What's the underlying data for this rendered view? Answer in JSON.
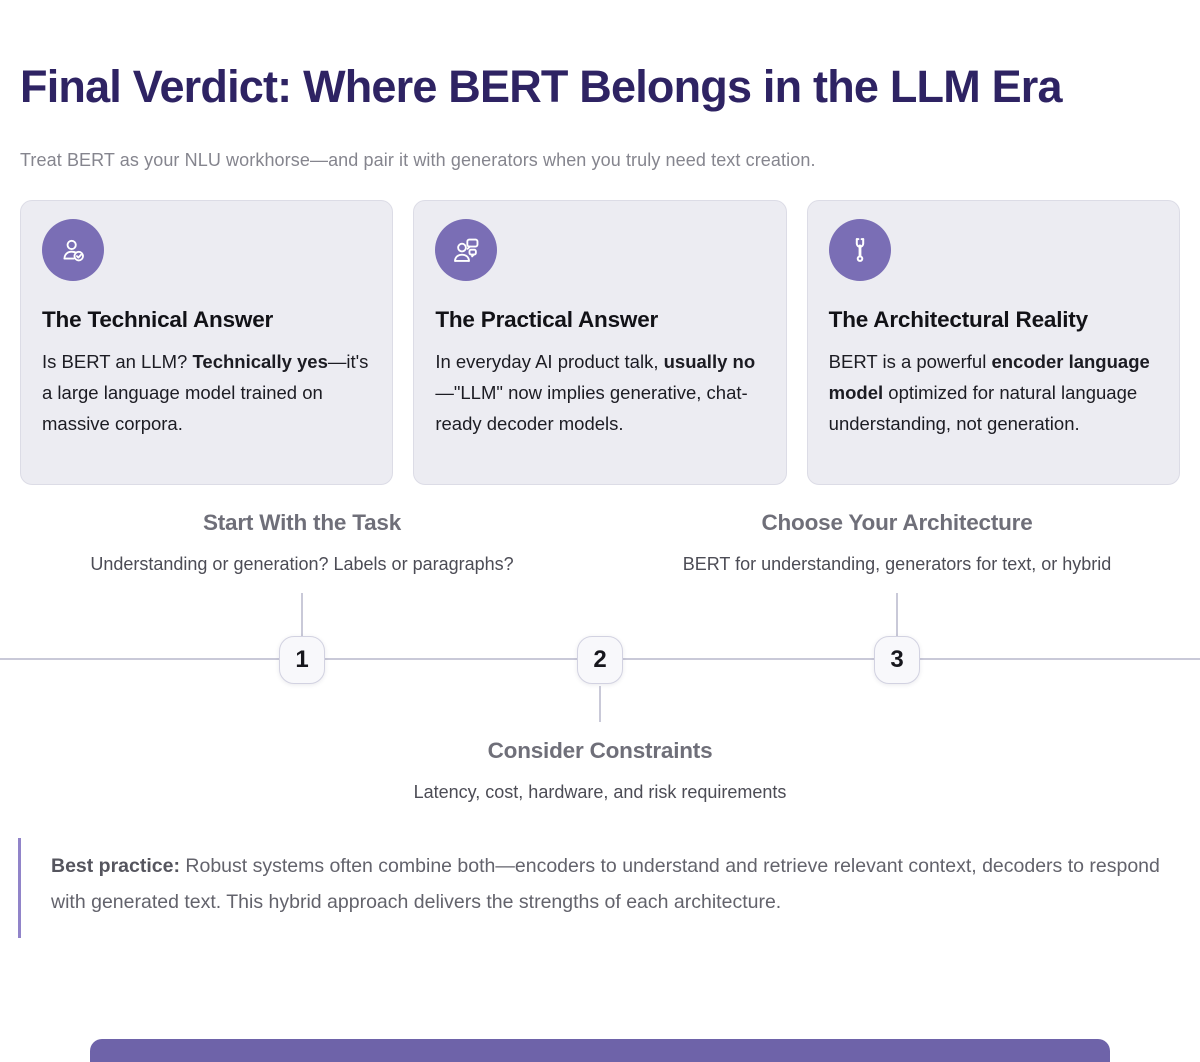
{
  "page": {
    "title": "Final Verdict: Where BERT Belongs in the LLM Era",
    "subtitle": "Treat BERT as your NLU workhorse—and pair it with generators when you truly need text creation."
  },
  "cards": [
    {
      "icon": "user-check-icon",
      "title": "The Technical Answer",
      "body": [
        {
          "text": "Is BERT an LLM? ",
          "bold": false
        },
        {
          "text": "Technically yes",
          "bold": true
        },
        {
          "text": "—it's a large language model trained on massive corpora.",
          "bold": false
        }
      ]
    },
    {
      "icon": "users-chat-icon",
      "title": "The Practical Answer",
      "body": [
        {
          "text": "In everyday AI product talk, ",
          "bold": false
        },
        {
          "text": "usually no",
          "bold": true
        },
        {
          "text": "—\"LLM\" now implies generative, chat-ready decoder models.",
          "bold": false
        }
      ]
    },
    {
      "icon": "wrench-icon",
      "title": "The Architectural Reality",
      "body": [
        {
          "text": "BERT is a powerful ",
          "bold": false
        },
        {
          "text": "encoder language model",
          "bold": true
        },
        {
          "text": " optimized for natural language understanding, not generation.",
          "bold": false
        }
      ]
    }
  ],
  "timeline": {
    "steps": [
      {
        "number": "1",
        "title": "Start With the Task",
        "description": "Understanding or generation? Labels or paragraphs?",
        "label_position": "above"
      },
      {
        "number": "2",
        "title": "Consider Constraints",
        "description": "Latency, cost, hardware, and risk requirements",
        "label_position": "below"
      },
      {
        "number": "3",
        "title": "Choose Your Architecture",
        "description": "BERT for understanding, generators for text, or hybrid",
        "label_position": "above"
      }
    ]
  },
  "callout": {
    "runs": [
      {
        "text": "Best practice:",
        "bold": true
      },
      {
        "text": " Robust systems often combine both—encoders to understand and retrieve relevant context, decoders to respond with generated text. This hybrid approach delivers the strengths of each architecture.",
        "bold": false
      }
    ]
  },
  "colors": {
    "title_indigo": "#2e2363",
    "accent_purple": "#7a6eb5",
    "card_background": "#ececf2",
    "timeline_line": "#c9c9d8",
    "callout_border": "#9184c9",
    "next_section_bar": "#6e63a9"
  }
}
